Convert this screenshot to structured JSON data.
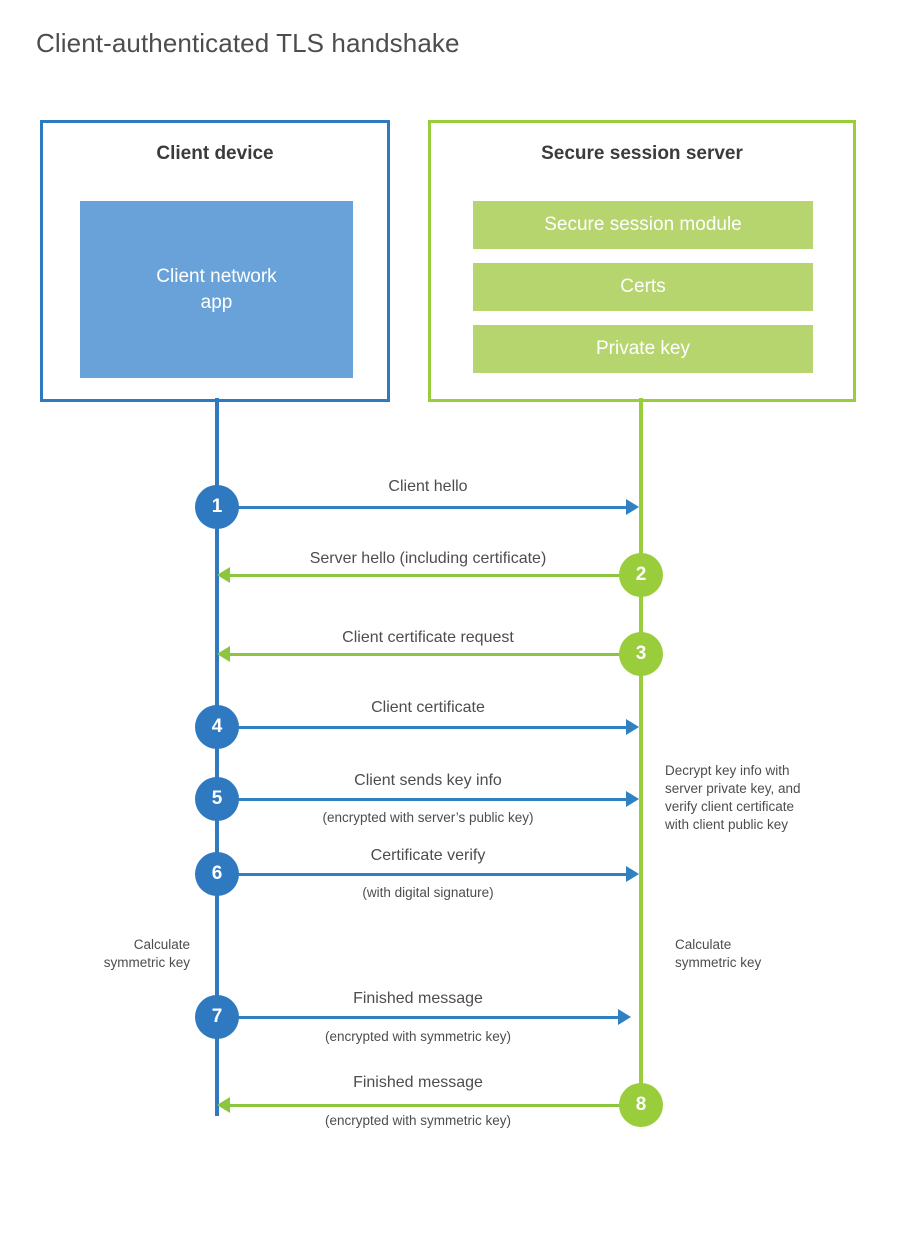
{
  "title": "Client-authenticated TLS handshake",
  "colors": {
    "client_border": "#2E79C0",
    "client_fill": "#68A2D8",
    "server_border": "#9ACD3C",
    "server_fill": "#B7D56E",
    "blue_arrow": "#3080C4",
    "green_arrow": "#8CC63E",
    "text": "#4d4d4d"
  },
  "client": {
    "title": "Client device",
    "app_label": "Client network\napp"
  },
  "server": {
    "title": "Secure session server",
    "modules": [
      {
        "label": "Secure session module"
      },
      {
        "label": "Certs"
      },
      {
        "label": "Private key"
      }
    ]
  },
  "steps": [
    {
      "number": "1",
      "label": "Client hello",
      "sublabel": "",
      "direction": "right",
      "color": "blue"
    },
    {
      "number": "2",
      "label": "Server hello (including certificate)",
      "sublabel": "",
      "direction": "left",
      "color": "green"
    },
    {
      "number": "3",
      "label": "Client certificate request",
      "sublabel": "",
      "direction": "left",
      "color": "green"
    },
    {
      "number": "4",
      "label": "Client certificate",
      "sublabel": "",
      "direction": "right",
      "color": "blue"
    },
    {
      "number": "5",
      "label": "Client sends key info",
      "sublabel": "(encrypted with server’s public key)",
      "direction": "right",
      "color": "blue"
    },
    {
      "number": "6",
      "label": "Certificate verify",
      "sublabel": "(with digital signature)",
      "direction": "right",
      "color": "blue"
    },
    {
      "number": "7",
      "label": "Finished message",
      "sublabel": "(encrypted with symmetric key)",
      "direction": "right",
      "color": "blue"
    },
    {
      "number": "8",
      "label": "Finished message",
      "sublabel": "(encrypted with symmetric key)",
      "direction": "left",
      "color": "green"
    }
  ],
  "annotations": {
    "server_decrypt_note": "Decrypt key info with\nserver private key, and\nverify client certificate\nwith client public key",
    "client_calc_note": "Calculate\nsymmetric key",
    "server_calc_note": "Calculate\nsymmetric key"
  }
}
